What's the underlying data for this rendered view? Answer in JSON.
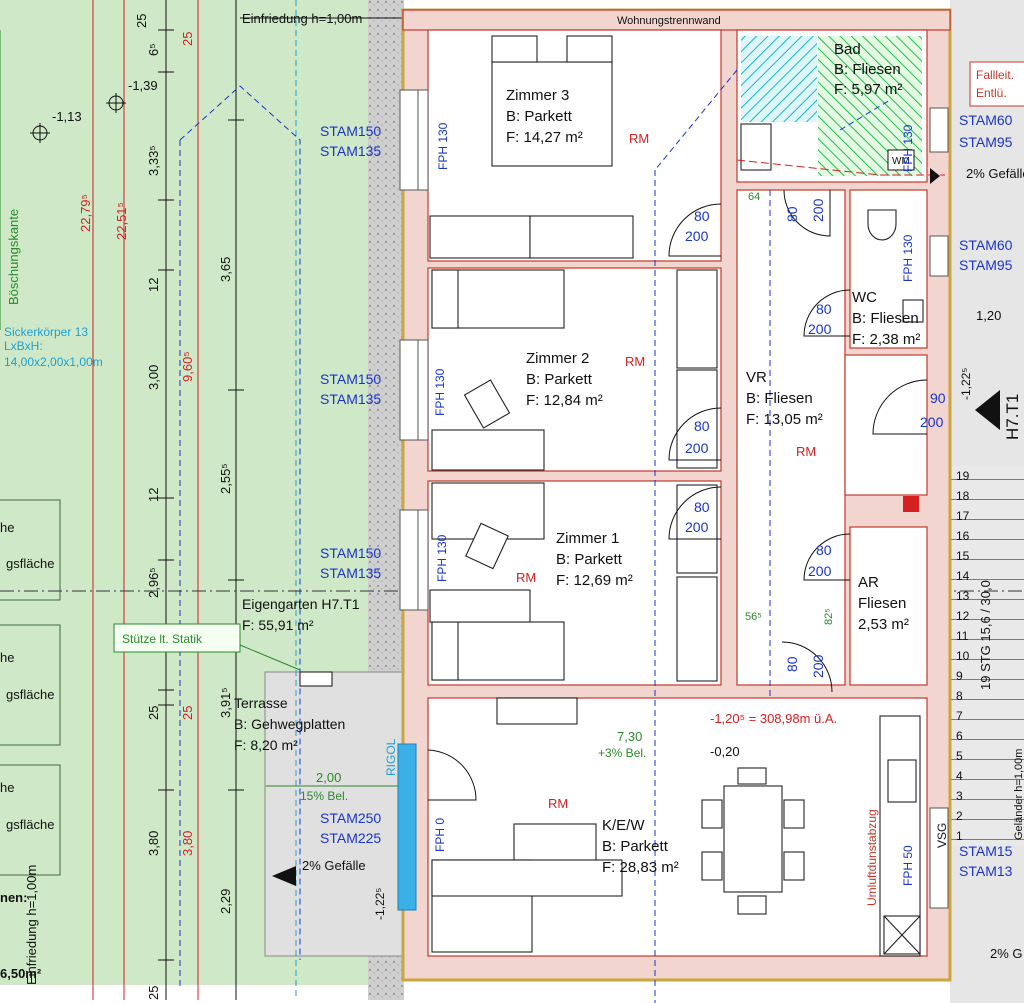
{
  "colors": {
    "garden": "#cfe9c8",
    "gravel": "#d2d2d2",
    "wall_fill": "#f3d5cf",
    "wall_line": "#c0392b",
    "wall_outer": "#c9a640",
    "dim_red": "#d62020",
    "dim_blue": "#1a35c8",
    "dim_cyan": "#1e9fd0",
    "text_dark": "#111111",
    "green_text": "#2a8a2a",
    "hatch_cyan": "#19b6c9",
    "hatch_green": "#22c04a"
  },
  "labels": {
    "fence_top": "Einfriedung h=1,00m",
    "party_wall": "Wohnungstrennwand",
    "embankment": "Böschungskante",
    "seepage": [
      "Sickerkörper 13",
      "LxBxH:",
      "14,00x2,00x1,00m"
    ],
    "garden": "Eigengarten H7.T1",
    "garden_area": "F: 55,91 m²",
    "column_tag": "Stütze lt. Statik",
    "terrace_name": "Terrasse",
    "terrace_floor": "B: Gehwegplatten",
    "terrace_area": "F: 8,20 m²",
    "terrace_width": "2,00",
    "terrace_slope": "15% Bel.",
    "terrace_fall": "2% Gefälle",
    "fence_side": "Einfriedung h=1,00m",
    "rigol": "RIGOL",
    "level_main": "-1,20⁵ = 308,98m ü.A.",
    "dim_730": "7,30",
    "slope_730": "+3% Bel.",
    "level_020": "-0,20",
    "level_113": "-1,13",
    "level_139": "-1,39",
    "level_1225_a": "-1,22⁵",
    "level_1225_b": "-1,22⁵",
    "dim_120": "1,20",
    "fall_right": "2% Gefälle",
    "fall_right_bottom": "2% G",
    "stair_tag": "H7.T1",
    "stair_spec": "19 STG 15,6 / 30,0",
    "stair_side": "Geländer h=1,00m",
    "hood": "Umluftdunstabzug",
    "downpipe": [
      "Fallleit.",
      "Entlü."
    ],
    "vsg": "VSG",
    "wm": "WM",
    "flaeche_1": "gsfläche",
    "flaeche_2": "gsfläche",
    "flaeche_3": "gsfläche",
    "left_e1": "he",
    "left_e2": "he",
    "left_e3": "he",
    "left_nen": "nen:",
    "left_area": "6,50m²"
  },
  "rooms": [
    {
      "id": "zimmer3",
      "name": "Zimmer 3",
      "floor": "B: Parkett",
      "area": "F: 14,27 m²"
    },
    {
      "id": "bad",
      "name": "Bad",
      "floor": "B: Fliesen",
      "area": "F: 5,97 m²"
    },
    {
      "id": "wc",
      "name": "WC",
      "floor": "B: Fliesen",
      "area": "F: 2,38 m²"
    },
    {
      "id": "zimmer2",
      "name": "Zimmer 2",
      "floor": "B: Parkett",
      "area": "F: 12,84 m²"
    },
    {
      "id": "vr",
      "name": "VR",
      "floor": "B: Fliesen",
      "area": "F: 13,05 m²"
    },
    {
      "id": "zimmer1",
      "name": "Zimmer 1",
      "floor": "B: Parkett",
      "area": "F: 12,69 m²"
    },
    {
      "id": "ar",
      "name": "AR",
      "floor": "Fliesen",
      "area": "2,53 m²"
    },
    {
      "id": "kew",
      "name": "K/E/W",
      "floor": "B: Parkett",
      "area": "F: 28,83 m²"
    }
  ],
  "rm_marker": "RM",
  "doors": [
    {
      "w": "80",
      "h": "200"
    },
    {
      "w": "80",
      "h": "200"
    },
    {
      "w": "80",
      "h": "200"
    },
    {
      "w": "90",
      "h": "200"
    },
    {
      "w": "80",
      "h": "200"
    },
    {
      "w": "80",
      "h": "200"
    },
    {
      "w": "80",
      "h": "200"
    },
    {
      "w": "80",
      "h": "200"
    }
  ],
  "windows": [
    {
      "upper": "STAM150",
      "lower": "STAM135",
      "fph": "FPH 130"
    },
    {
      "upper": "STAM150",
      "lower": "STAM135",
      "fph": "FPH 130"
    },
    {
      "upper": "STAM150",
      "lower": "STAM135",
      "fph": "FPH 130"
    },
    {
      "upper": "STAM250",
      "lower": "STAM225",
      "fph": "FPH 0"
    }
  ],
  "windows_right": [
    {
      "upper": "STAM60",
      "lower": "STAM95",
      "fph": "FPH 130"
    },
    {
      "upper": "STAM60",
      "lower": "STAM95",
      "fph": "FPH 130"
    },
    {
      "upper": "STAM15",
      "lower": "STAM13",
      "fph": "FPH 50"
    }
  ],
  "dims_left_black": [
    "25",
    "6⁵",
    "3,33⁵",
    "12",
    "3,65",
    "3,00",
    "12",
    "2,55⁵",
    "2,96⁵",
    "3,91⁵",
    "25",
    "3,80",
    "2,29",
    "25"
  ],
  "dims_left_red": [
    "25",
    "22,79⁵",
    "22,51⁵",
    "9,60⁵",
    "25",
    "3,80"
  ],
  "dims_inner": [
    "64",
    "56⁵",
    "82⁵"
  ],
  "stair_numbers": [
    "19",
    "18",
    "17",
    "16",
    "15",
    "14",
    "13",
    "12",
    "11",
    "10",
    "9",
    "8",
    "7",
    "6",
    "5",
    "4",
    "3",
    "2",
    "1"
  ]
}
